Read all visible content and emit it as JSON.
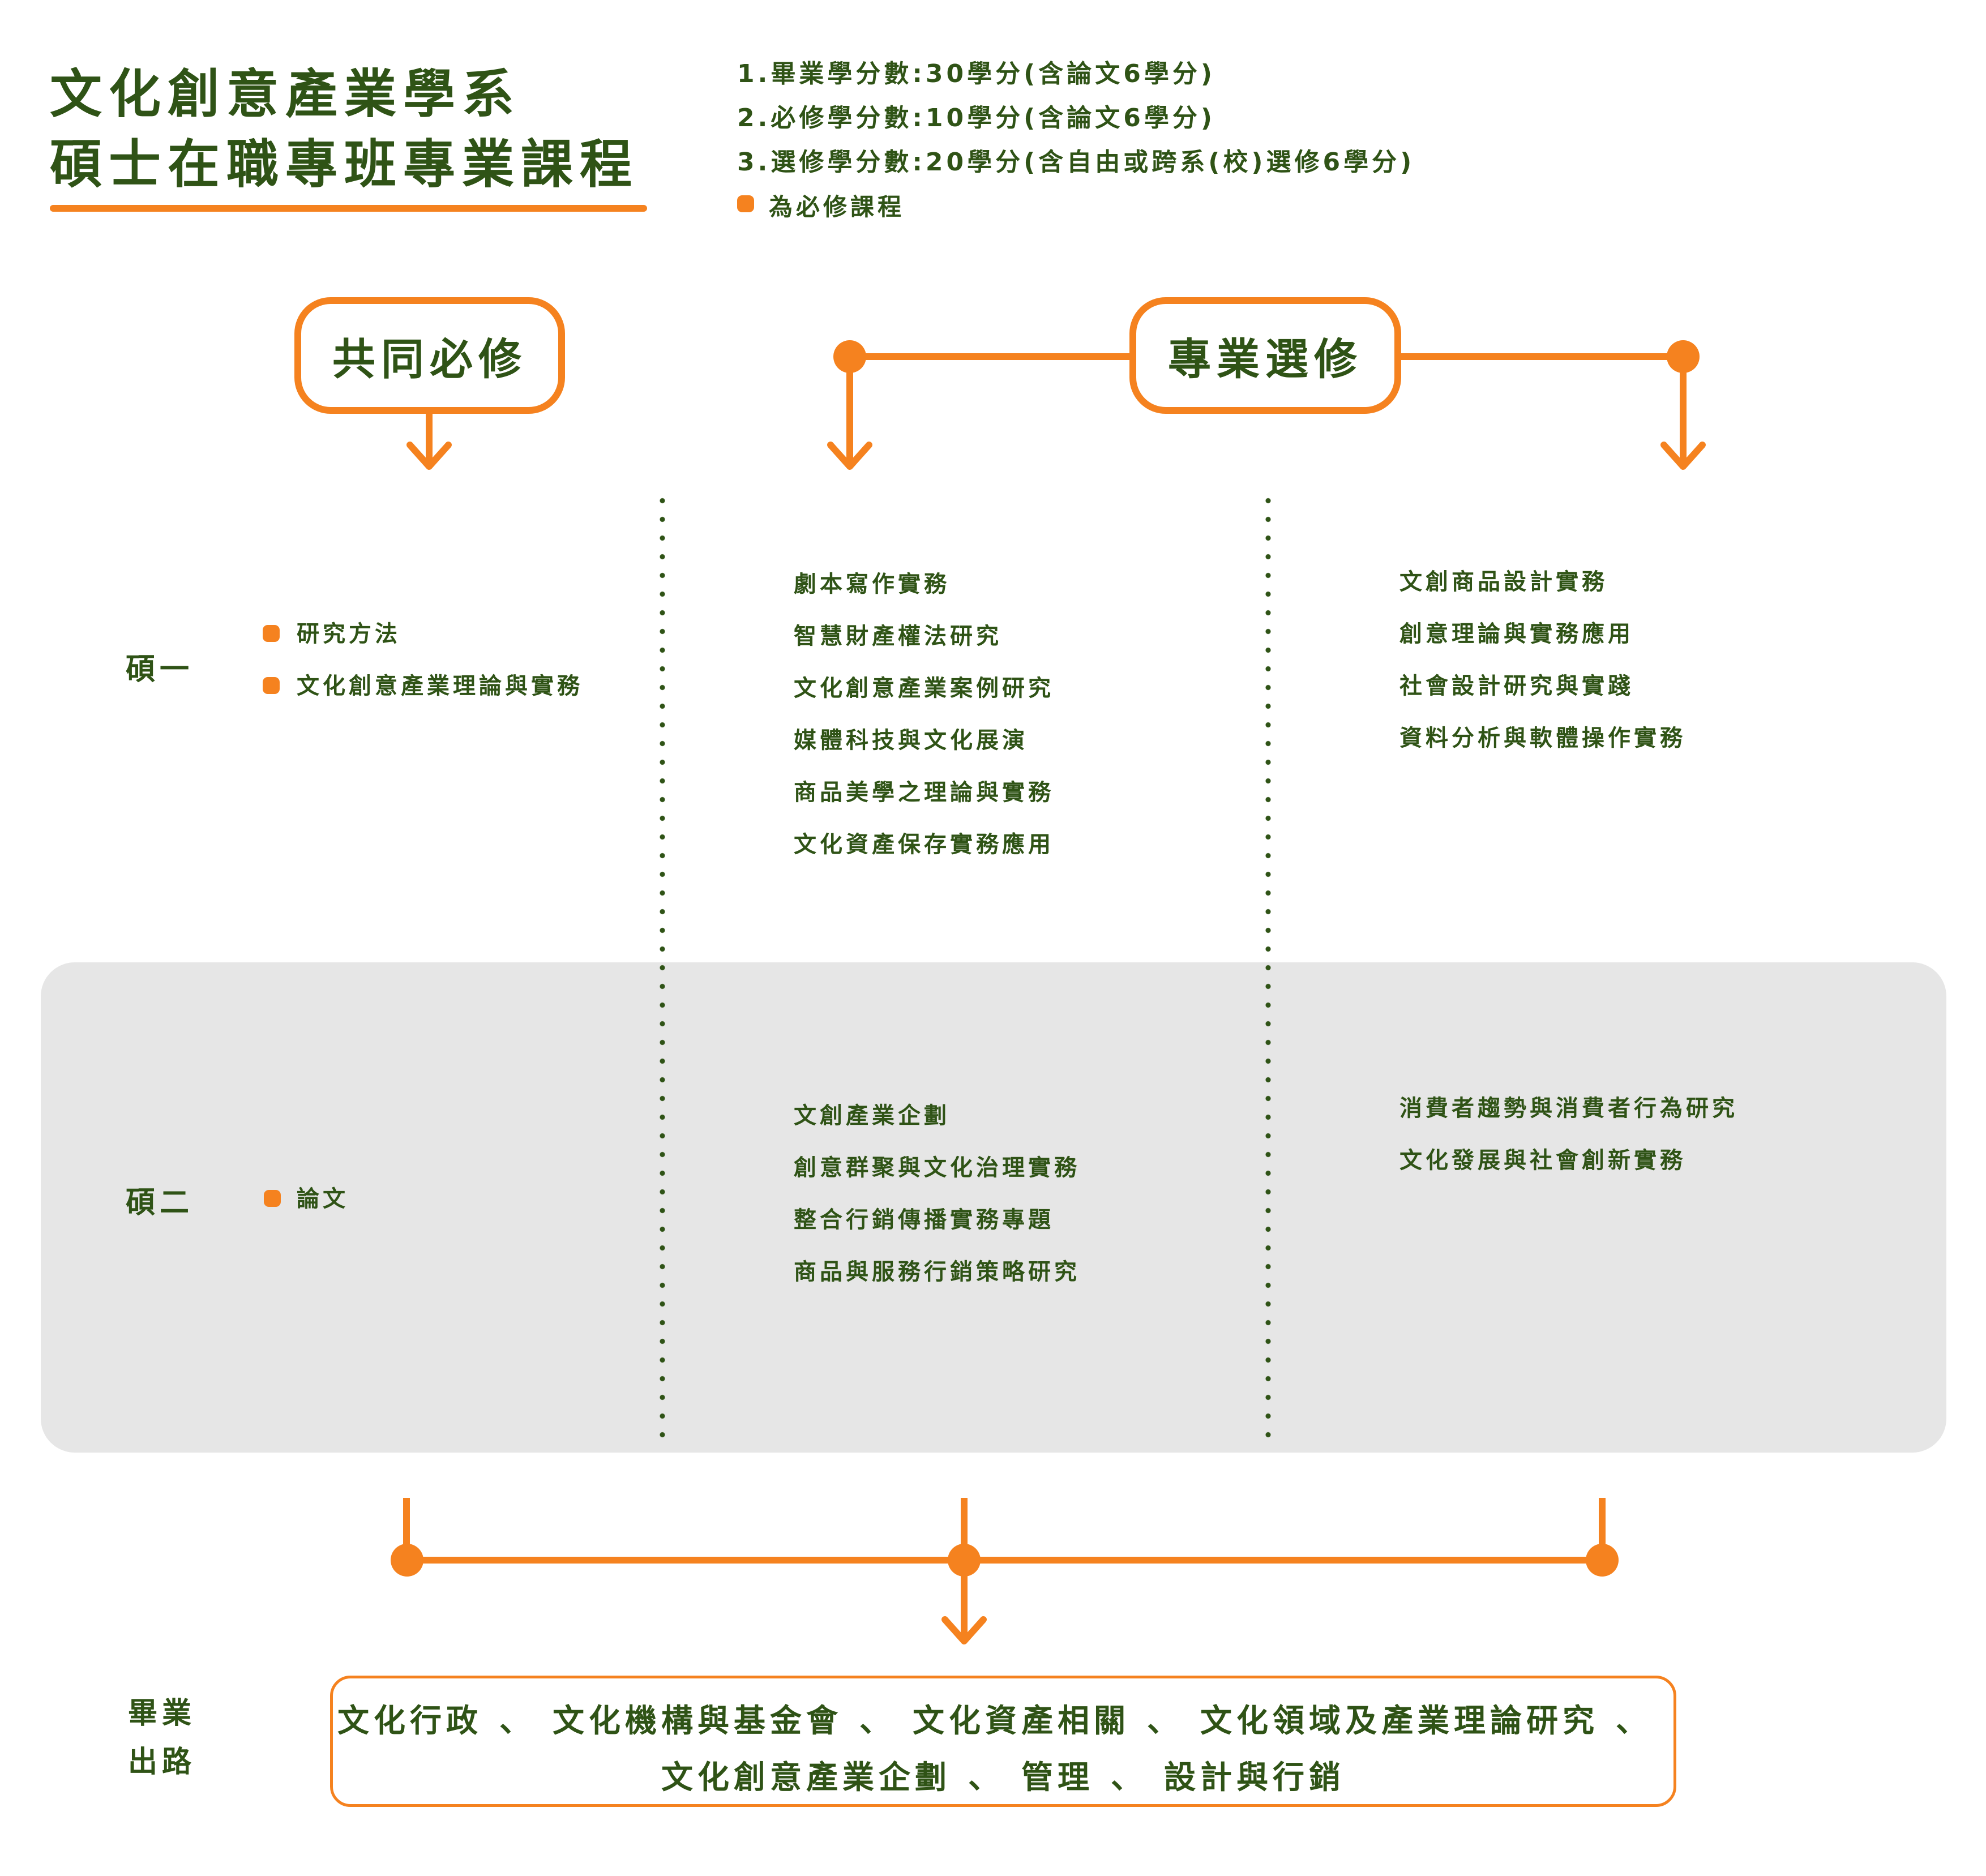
{
  "title": {
    "line1": "文化創意產業學系",
    "line2": "碩士在職專班專業課程"
  },
  "notes": [
    "1.畢業學分數:30學分(含論文6學分)",
    "2.必修學分數:10學分(含論文6學分)",
    "3.選修學分數:20學分(含自由或跨系(校)選修6學分)"
  ],
  "legend": {
    "label": "為必修課程"
  },
  "headers": {
    "required": "共同必修",
    "elective": "專業選修"
  },
  "years": {
    "first": "碩一",
    "second": "碩二"
  },
  "year1": {
    "required": [
      "研究方法",
      "文化創意產業理論與實務"
    ],
    "elective_a": [
      "劇本寫作實務",
      "智慧財產權法研究",
      "文化創意產業案例研究",
      "媒體科技與文化展演",
      "商品美學之理論與實務",
      "文化資產保存實務應用"
    ],
    "elective_b": [
      "文創商品設計實務",
      "創意理論與實務應用",
      "社會設計研究與實踐",
      "資料分析與軟體操作實務"
    ]
  },
  "year2": {
    "required": [
      "論文"
    ],
    "elective_a": [
      "文創產業企劃",
      "創意群聚與文化治理實務",
      "整合行銷傳播實務專題",
      "商品與服務行銷策略研究"
    ],
    "elective_b": [
      "消費者趨勢與消費者行為研究",
      "文化發展與社會創新實務"
    ]
  },
  "career": {
    "label_line1": "畢業",
    "label_line2": "出路",
    "line1": [
      "文化行政",
      "文化機構與基金會",
      "文化資產相關",
      "文化領域及產業理論研究"
    ],
    "line2": [
      "文化創意產業企劃",
      "管理",
      "設計與行銷"
    ],
    "separator": "、"
  },
  "colors": {
    "accent": "#f5821f",
    "text": "#2f5316",
    "band": "#e6e6e6"
  }
}
